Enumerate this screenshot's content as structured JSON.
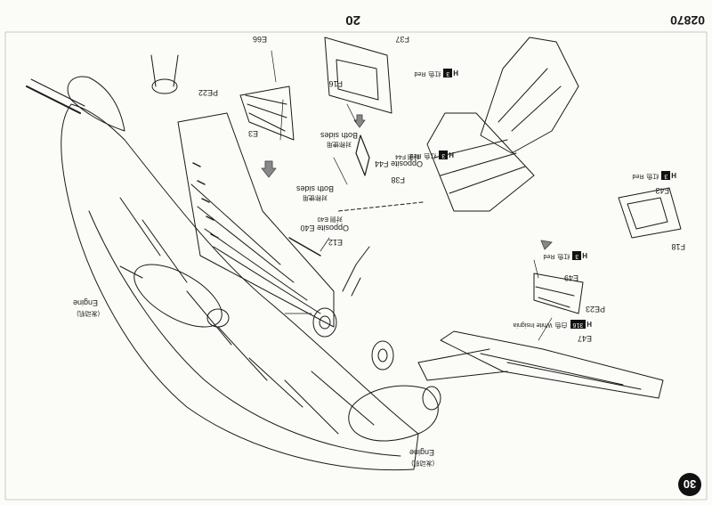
{
  "header": {
    "page_number": "20",
    "product_code": "02870",
    "step_number": "30"
  },
  "callouts": {
    "E66": "E66",
    "PE22": "PE22",
    "E3": "E3",
    "F16": "F16",
    "F37": "F37",
    "F43": "F43",
    "F18": "F18",
    "E49": "E49",
    "PE23": "PE23",
    "E47": "E47",
    "F38": "F38",
    "E12": "E12",
    "E40": "E40"
  },
  "notes": {
    "both_sides_1_cn": "对称使用",
    "both_sides_1_en": "Both sides",
    "both_sides_2_cn": "对称使用",
    "both_sides_2_en": "Both sides",
    "opposite_f44_cn": "对侧 F44",
    "opposite_f44_en": "Opposite F44",
    "opposite_e40_cn": "对侧 E40",
    "opposite_e40_en": "Opposite E40",
    "engine_left_cn": "(发动机)",
    "engine_left_en": "Engine",
    "engine_bottom_cn": "(发动机)",
    "engine_bottom_en": "Engine"
  },
  "paint_refs": [
    {
      "code": "H",
      "swatch": "3",
      "cn": "红色",
      "en": "Red"
    },
    {
      "code": "H",
      "swatch": "3",
      "cn": "红色",
      "en": "Red"
    },
    {
      "code": "H",
      "swatch": "3",
      "cn": "红色",
      "en": "Red"
    },
    {
      "code": "H",
      "swatch": "3",
      "cn": "红色",
      "en": "Red"
    },
    {
      "code": "H",
      "swatch": "316",
      "cn": "白色",
      "en": "White Insignia"
    }
  ],
  "colors": {
    "ink": "#1a1a1a",
    "paper": "#fbfbf8"
  }
}
